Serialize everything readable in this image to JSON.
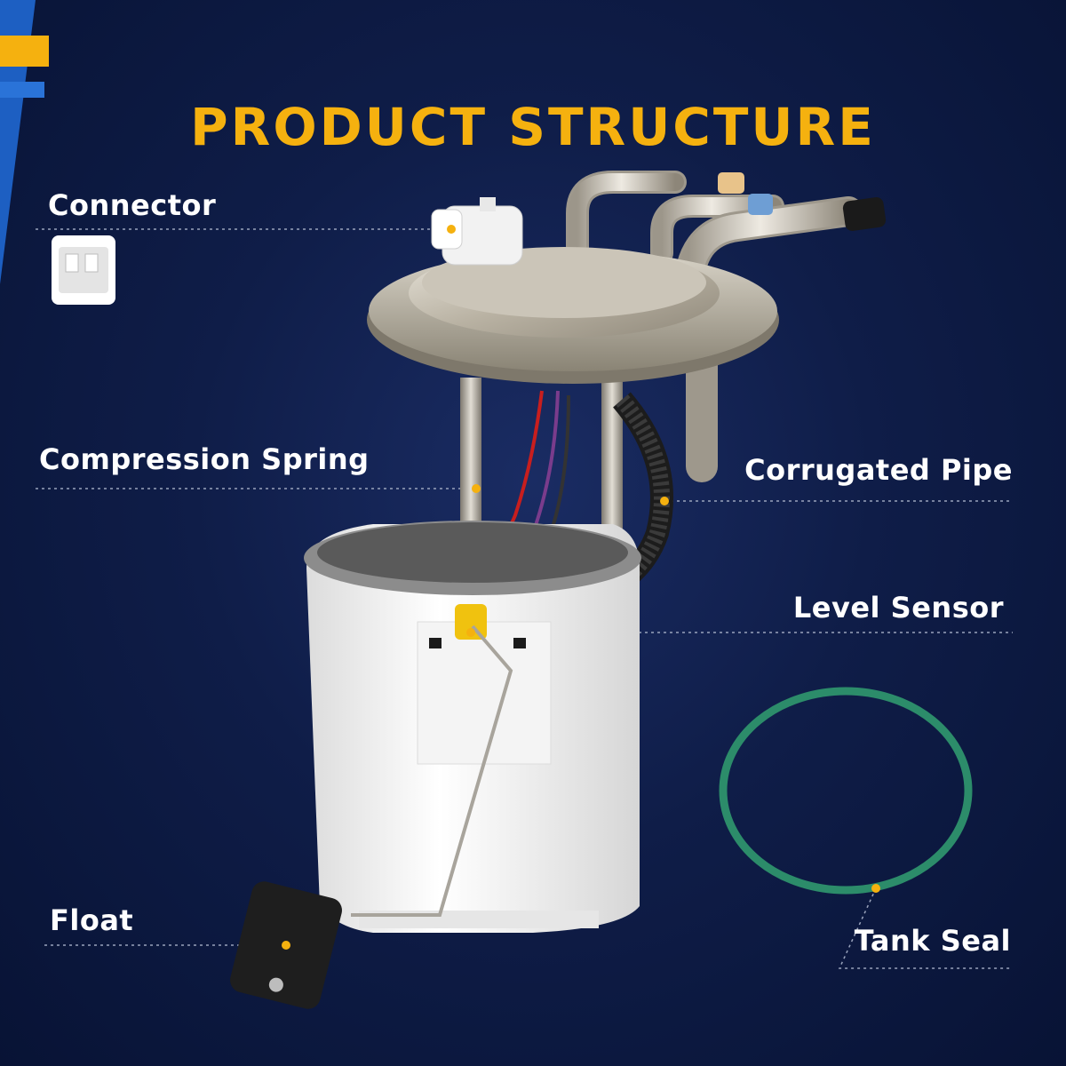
{
  "title": "PRODUCT STRUCTURE",
  "accent_color": "#f5b10f",
  "background_color": "#0f1d48",
  "labels": {
    "connector": "Connector",
    "compression_spring": "Compression Spring",
    "corrugated_pipe": "Corrugated Pipe",
    "level_sensor": "Level Sensor",
    "float": "Float",
    "tank_seal": "Tank Seal"
  }
}
